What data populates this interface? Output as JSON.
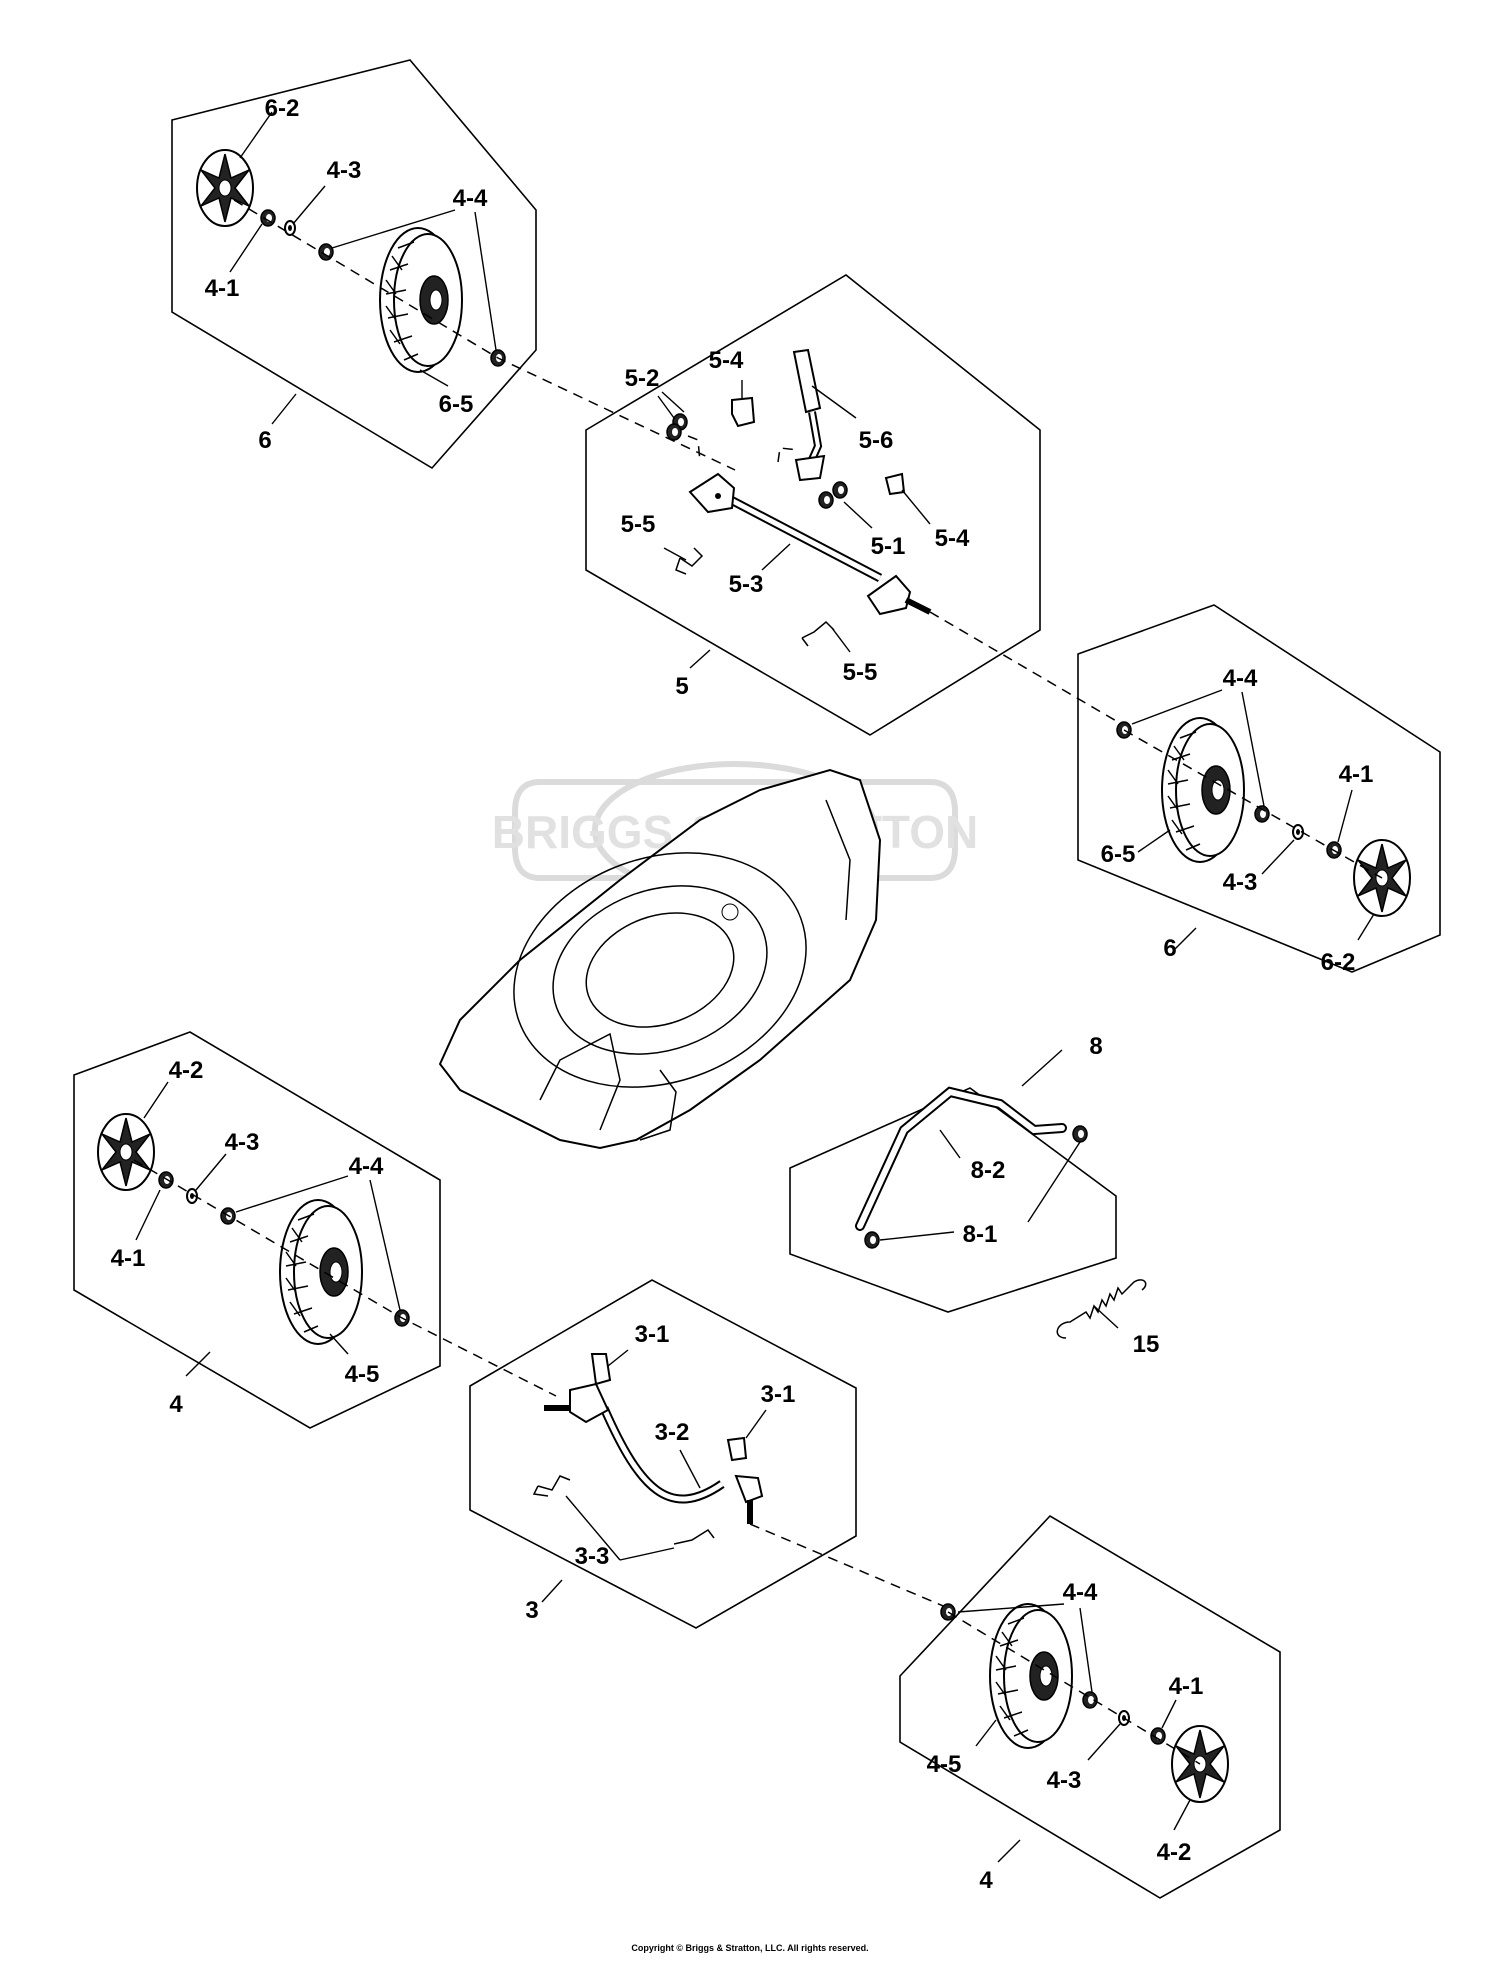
{
  "watermark": {
    "text": "BRIGGS & STRATTON"
  },
  "copyright": "Copyright © Briggs & Stratton, LLC. All rights reserved.",
  "groups": {
    "g6_top": "6",
    "g5": "5",
    "g6_right": "6",
    "g4_left": "4",
    "g8": "8",
    "g3": "3",
    "g4_bottom": "4"
  },
  "labels": {
    "a_6_2": "6-2",
    "a_4_3": "4-3",
    "a_4_4": "4-4",
    "a_4_1": "4-1",
    "a_6_5": "6-5",
    "b_5_4a": "5-4",
    "b_5_2": "5-2",
    "b_5_6": "5-6",
    "b_5_5a": "5-5",
    "b_5_1": "5-1",
    "b_5_4b": "5-4",
    "b_5_3": "5-3",
    "b_5_5b": "5-5",
    "c_4_4": "4-4",
    "c_4_1": "4-1",
    "c_6_5": "6-5",
    "c_4_3": "4-3",
    "c_6_2": "6-2",
    "d_4_2": "4-2",
    "d_4_3": "4-3",
    "d_4_4": "4-4",
    "d_4_1": "4-1",
    "d_4_5": "4-5",
    "e_8_2": "8-2",
    "e_8_1": "8-1",
    "e_15": "15",
    "f_3_1a": "3-1",
    "f_3_1b": "3-1",
    "f_3_2": "3-2",
    "f_3_3": "3-3",
    "g_4_4": "4-4",
    "g_4_1": "4-1",
    "g_4_5": "4-5",
    "g_4_3": "4-3",
    "g_4_2": "4-2"
  }
}
